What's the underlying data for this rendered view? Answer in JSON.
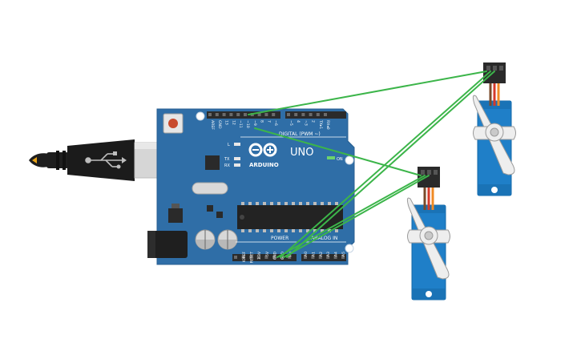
{
  "board": {
    "brand": "ARDUINO",
    "model": "UNO",
    "led_l": "L",
    "led_tx": "TX",
    "led_rx": "RX",
    "on_label": "ON",
    "digital_title": "DIGITAL (PWM ~)",
    "power_title": "POWER",
    "analog_title": "ANALOG IN",
    "digital_pins": [
      "AREF",
      "GND",
      "13",
      "12",
      "~11",
      "~10",
      "~9",
      "8",
      "7",
      "~6",
      "~5",
      "4",
      "~3",
      "2",
      "TX▸1",
      "RX◂0"
    ],
    "power_pins": [
      "IOREF",
      "RESET",
      "3.3V",
      "5V",
      "GND",
      "GND",
      "Vin"
    ],
    "analog_pins": [
      "A0",
      "A1",
      "A2",
      "A3",
      "A4",
      "A5"
    ]
  },
  "colors": {
    "board": "#2f6ea7",
    "wire": "#3cb54a",
    "servo_body": "#1f7fc8",
    "header": "#2b2b2b",
    "usb": "#1e1e1e",
    "reset_button": "#c84a2c"
  },
  "components": [
    "usb-cable",
    "arduino-uno",
    "servo-motor-1",
    "servo-motor-2"
  ]
}
